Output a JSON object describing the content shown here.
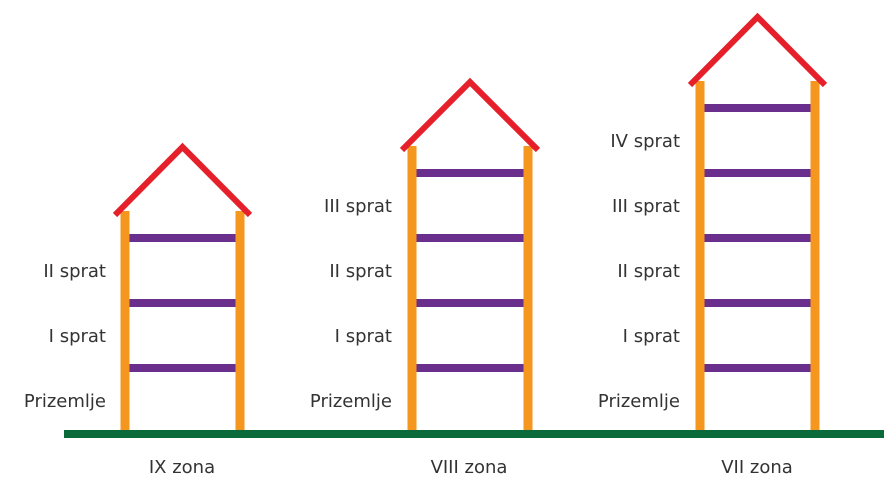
{
  "colors": {
    "ground": "#0b6a3a",
    "pillar": "#f5961e",
    "floor_beam": "#6a2f8c",
    "roof": "#e5202a",
    "text": "#333333"
  },
  "buildings": [
    {
      "zone_label": "IX zona",
      "floor_labels": [
        "Prizemlje",
        "I sprat",
        "II sprat"
      ]
    },
    {
      "zone_label": "VIII zona",
      "floor_labels": [
        "Prizemlje",
        "I sprat",
        "II sprat",
        "III sprat"
      ]
    },
    {
      "zone_label": "VII zona",
      "floor_labels": [
        "Prizemlje",
        "I sprat",
        "II sprat",
        "III sprat",
        "IV sprat"
      ]
    }
  ]
}
